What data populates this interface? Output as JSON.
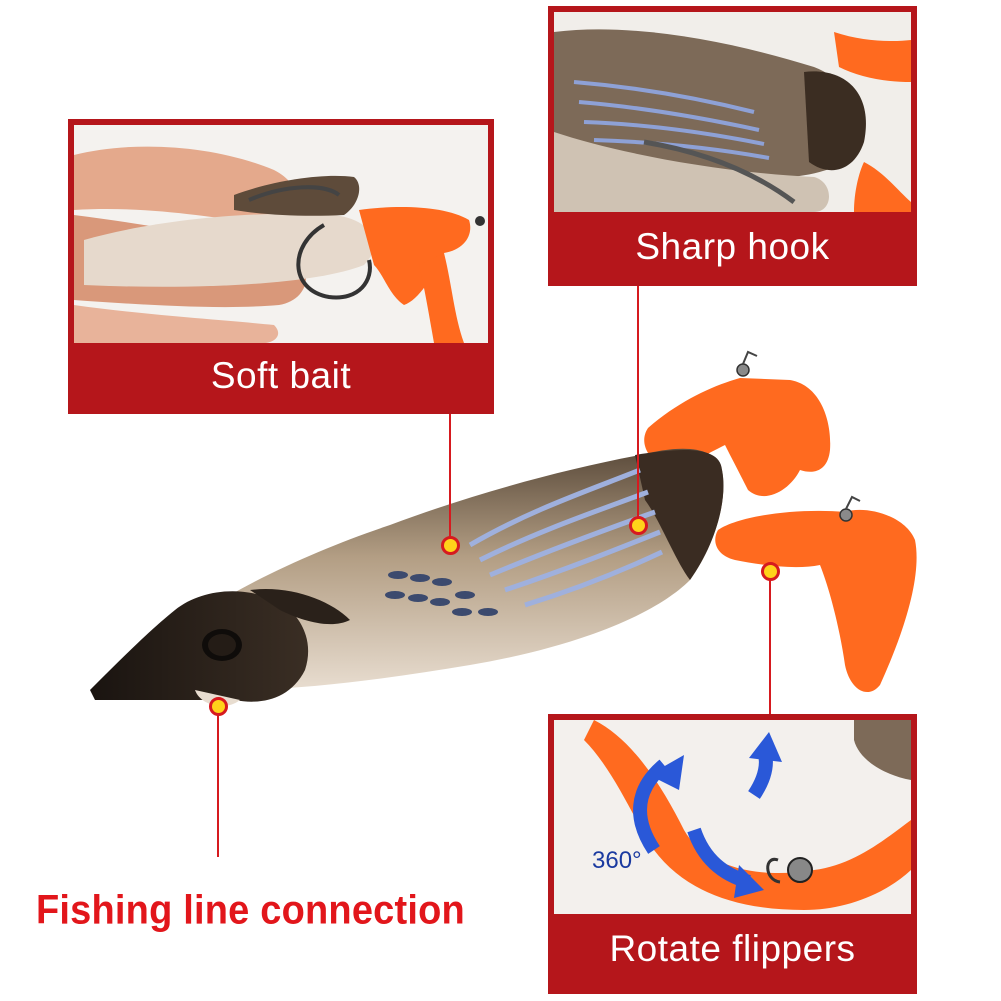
{
  "callouts": {
    "soft_bait": "Soft bait",
    "sharp_hook": "Sharp hook",
    "rotate_flippers": "Rotate flippers"
  },
  "rotation_label": "360°",
  "fishing_line_label": "Fishing line connection",
  "colors": {
    "callout_red": "#b5161b",
    "flipper_orange": "#ff6a1f",
    "marker_yellow": "#ffd21a",
    "leader_red": "#d61a1f",
    "arrow_blue": "#2a58d8"
  }
}
